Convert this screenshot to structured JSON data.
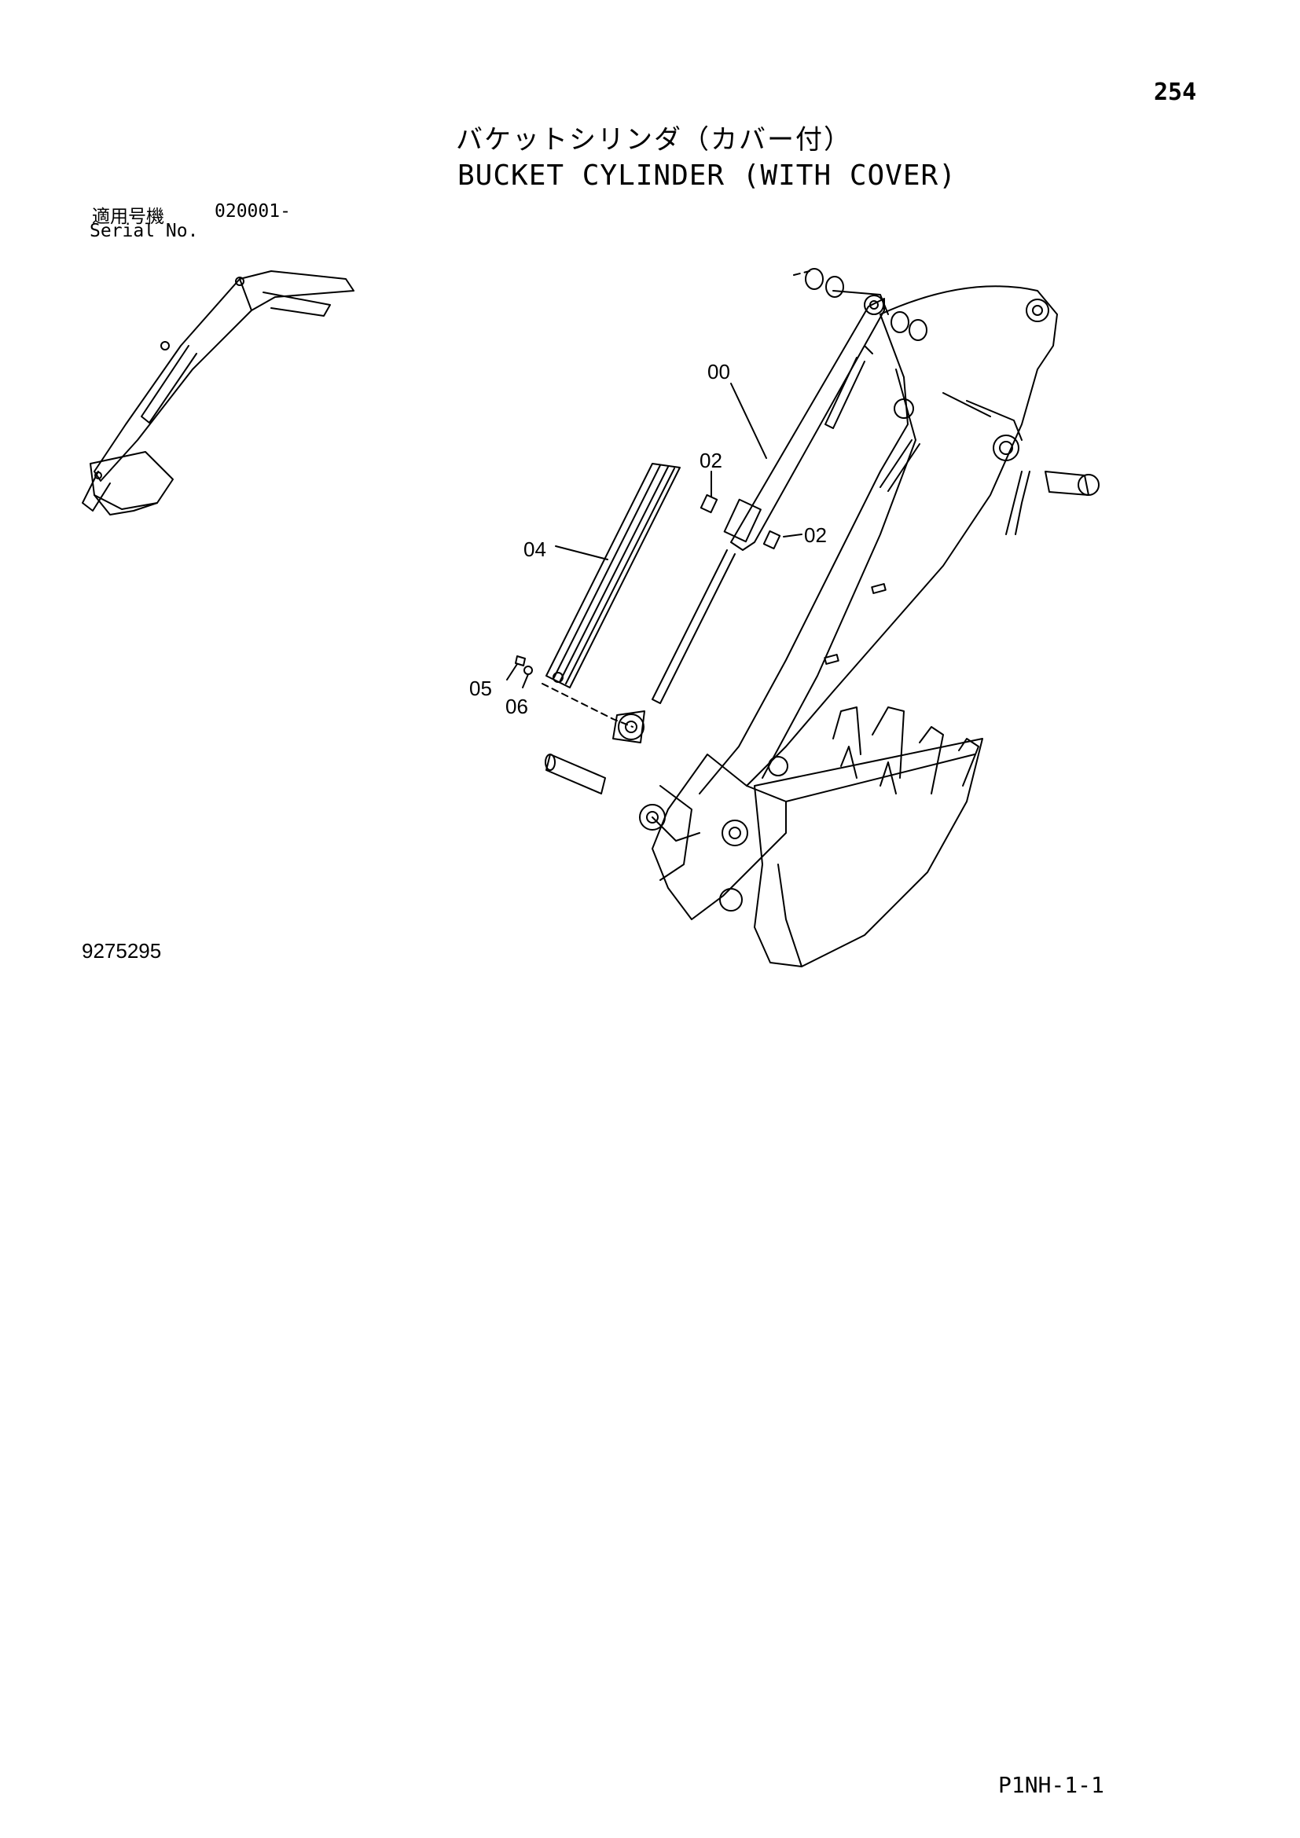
{
  "page": {
    "number": "254",
    "title_jp": "バケットシリンダ（カバー付）",
    "title_en": "BUCKET CYLINDER (WITH COVER)",
    "serial_label_jp": "適用号機",
    "serial_value": "020001-",
    "serial_label_en": "Serial No.",
    "drawing_number": "9275295",
    "footer_code": "P1NH-1-1"
  },
  "callouts": [
    {
      "id": "00",
      "label": "00"
    },
    {
      "id": "02a",
      "label": "02"
    },
    {
      "id": "02b",
      "label": "02"
    },
    {
      "id": "04",
      "label": "04"
    },
    {
      "id": "05",
      "label": "05"
    },
    {
      "id": "06",
      "label": "06"
    }
  ],
  "colors": {
    "ink": "#000000",
    "paper": "#ffffff"
  }
}
